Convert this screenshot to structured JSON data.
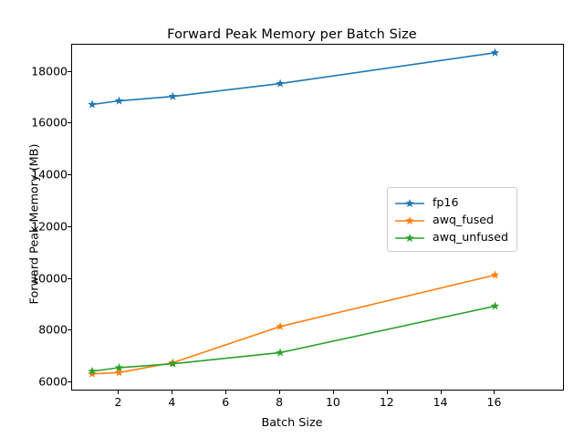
{
  "chart_data": {
    "type": "line",
    "title": "Forward Peak Memory per Batch Size",
    "xlabel": "Batch Size",
    "ylabel": "Forward Peak Memory (MB)",
    "x": [
      1,
      2,
      4,
      8,
      16
    ],
    "xlim": [
      0.25,
      18.6
    ],
    "ylim": [
      5650,
      19050
    ],
    "xticks": [
      2,
      4,
      6,
      8,
      10,
      12,
      14,
      16
    ],
    "xtick_labels": [
      "2",
      "4",
      "6",
      "8",
      "10",
      "12",
      "14",
      "16"
    ],
    "yticks": [
      6000,
      8000,
      10000,
      12000,
      14000,
      16000,
      18000
    ],
    "ytick_labels": [
      "6000",
      "8000",
      "10000",
      "12000",
      "14000",
      "16000",
      "18000"
    ],
    "grid": false,
    "legend_position": "center right",
    "marker": "star",
    "series": [
      {
        "name": "fp16",
        "color": "#1f77b4",
        "values": [
          16740,
          16880,
          17050,
          17550,
          18740
        ]
      },
      {
        "name": "awq_fused",
        "color": "#ff7f0e",
        "values": [
          6330,
          6380,
          6760,
          8160,
          10150
        ]
      },
      {
        "name": "awq_unfused",
        "color": "#2ca02c",
        "values": [
          6430,
          6570,
          6720,
          7150,
          8950
        ]
      }
    ]
  },
  "legend": {
    "items": [
      {
        "label": "fp16",
        "color": "#1f77b4"
      },
      {
        "label": "awq_fused",
        "color": "#ff7f0e"
      },
      {
        "label": "awq_unfused",
        "color": "#2ca02c"
      }
    ]
  }
}
